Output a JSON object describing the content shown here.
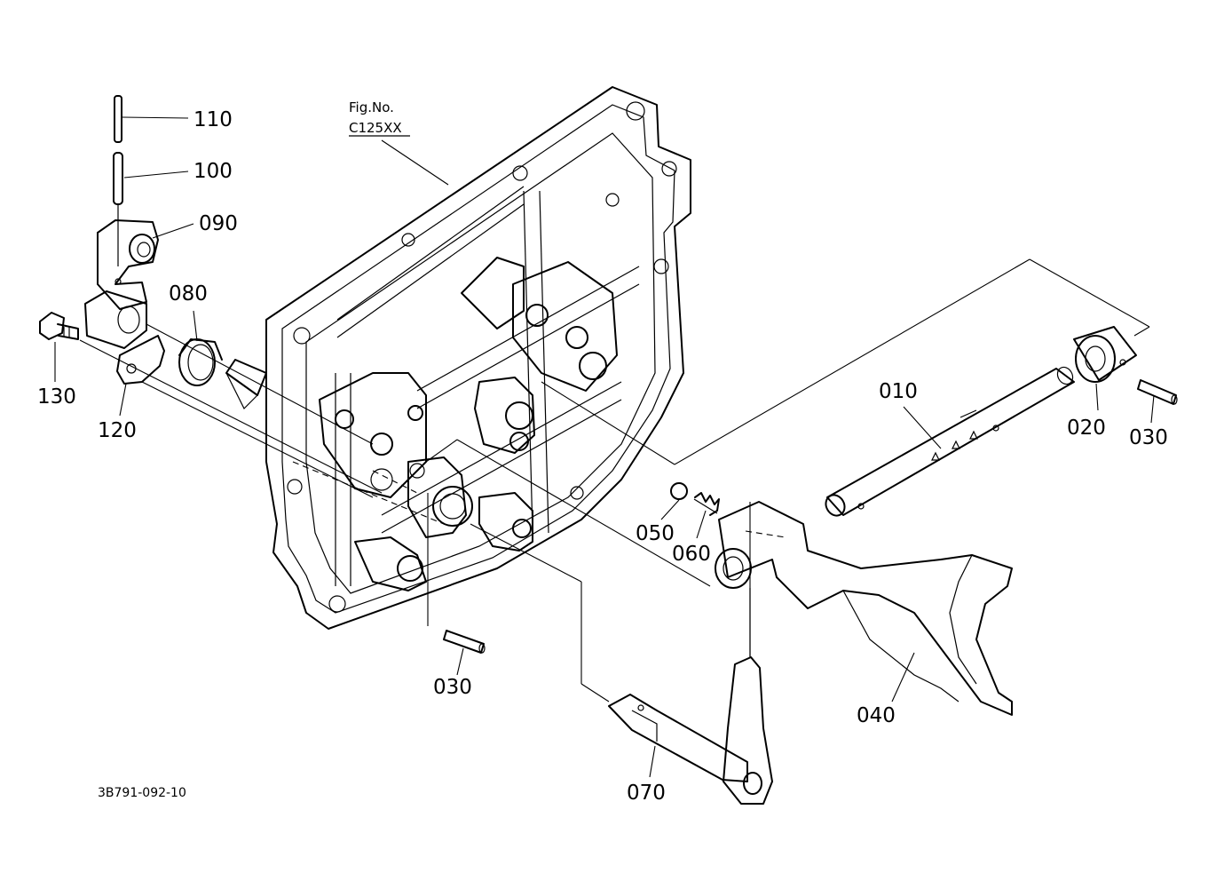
{
  "figure": {
    "label": "Fig.No.",
    "number": "C125XX",
    "code": "3B791-092-10"
  },
  "callouts": {
    "p010": "010",
    "p020": "020",
    "p030_right": "030",
    "p030_bottom": "030",
    "p040": "040",
    "p050": "050",
    "p060": "060",
    "p070": "070",
    "p080": "080",
    "p090": "090",
    "p100": "100",
    "p110": "110",
    "p120": "120",
    "p130": "130"
  }
}
